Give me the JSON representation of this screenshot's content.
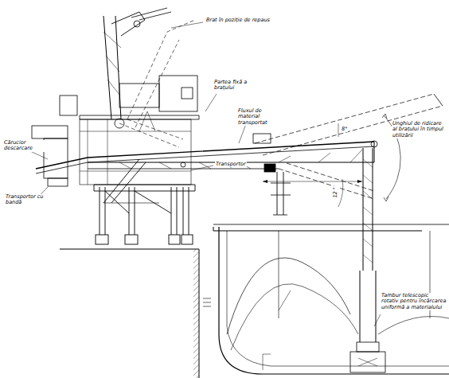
{
  "diagram": {
    "labels": [
      "Brat în poziție de repaus",
      "Partea fixă a brațului",
      "Fluxul de material transportat",
      "Cărucior descarcare",
      "Transportor cu bandă",
      "Transportor",
      "Unghiul de ridicare al brațului în timpul utilizării",
      "8°",
      "12 °",
      "Tambur telescopic rotativ pentru încărcarea uniformă a materialului"
    ]
  }
}
